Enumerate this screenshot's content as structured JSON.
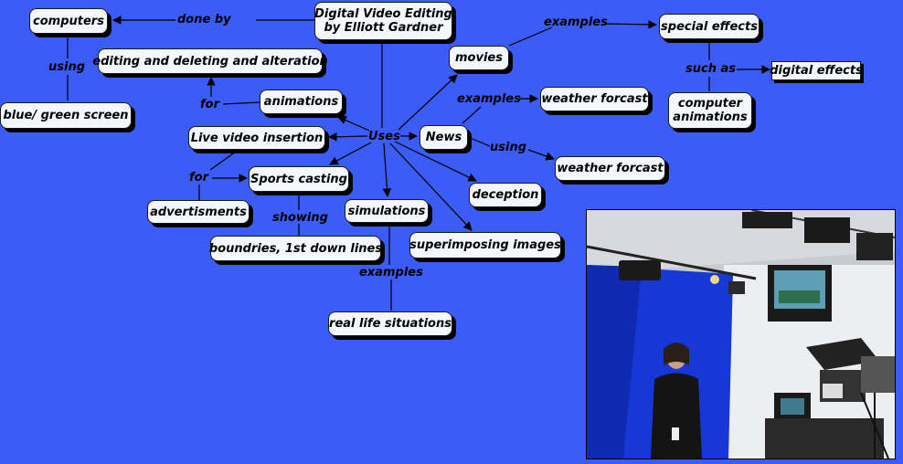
{
  "title": {
    "line1": "Digital Video Editing",
    "line2": "by Elliott Gardner"
  },
  "nodes": {
    "computers": "computers",
    "blue_green_screen": "blue/ green screen",
    "editing": "editing and deleting and alteration",
    "animations": "animations",
    "live_video": "Live video insertion",
    "sports_casting": "Sports casting",
    "advertisments": "advertisments",
    "boundries": "boundries, 1st down lines",
    "simulations": "simulations",
    "real_life": "real life situations",
    "superimposing": "superimposing images",
    "deception": "deception",
    "news": "News",
    "weather_forcast_1": "weather forcast",
    "weather_forcast_2": "weather forcast",
    "movies": "movies",
    "special_effects": "special effects",
    "digital_effects": "digital effects",
    "computer_animations": {
      "line1": "computer",
      "line2": "animations"
    }
  },
  "links": {
    "done_by": "done by",
    "using_1": "using",
    "for_1": "for",
    "uses": "Uses",
    "for_2": "for",
    "showing": "showing",
    "examples_1": "examples",
    "examples_2": "examples",
    "using_2": "using",
    "examples_3": "examples",
    "such_as": "such as"
  },
  "photo": {
    "description_icon": "studio-photo"
  }
}
